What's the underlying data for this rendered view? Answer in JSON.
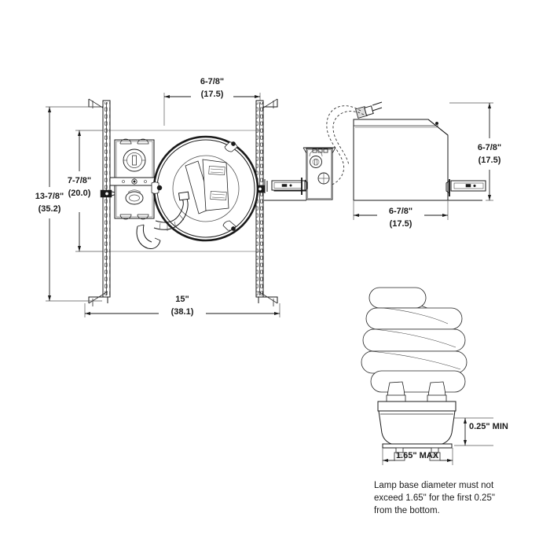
{
  "drawing": {
    "title": "Recessed Housing Dimensional Drawing",
    "background_color": "#ffffff",
    "line_color": "#1a1a1a",
    "views": {
      "plan": {
        "name": "plan-view",
        "dimensions": {
          "top_width": {
            "imperial": "6-7/8\"",
            "metric": "(17.5)"
          },
          "inner_height": {
            "imperial": "7-7/8\"",
            "metric": "(20.0)"
          },
          "overall_height": {
            "imperial": "13-7/8\"",
            "metric": "(35.2)"
          },
          "bar_span": {
            "imperial": "15\"",
            "metric": "(38.1)"
          }
        }
      },
      "side": {
        "name": "side-elevation-view",
        "dimensions": {
          "height": {
            "imperial": "6-7/8\"",
            "metric": "(17.5)"
          },
          "width": {
            "imperial": "6-7/8\"",
            "metric": "(17.5)"
          }
        }
      },
      "lamp": {
        "name": "cfl-lamp-detail",
        "dimensions": {
          "base_height": "0.25\" MIN",
          "base_diameter": "1.65\" MAX"
        },
        "note_line_1": "Lamp base diameter must not",
        "note_line_2": "exceed 1.65\" for the first 0.25\"",
        "note_line_3": "from the bottom."
      }
    }
  }
}
